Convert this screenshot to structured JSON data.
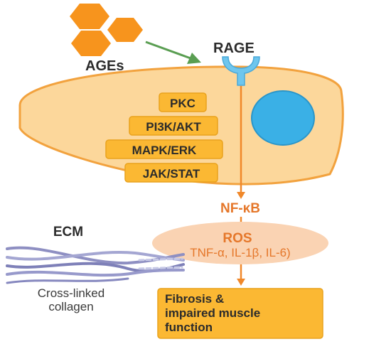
{
  "ages": {
    "label": "AGEs"
  },
  "rage": {
    "label": "RAGE"
  },
  "pathways": [
    {
      "label": "PKC"
    },
    {
      "label": "PI3K/AKT"
    },
    {
      "label": "MAPK/ERK"
    },
    {
      "label": "JAK/STAT"
    }
  ],
  "nfkb": {
    "label": "NF-κB"
  },
  "ros": {
    "title": "ROS",
    "cytokines": "TNF-α, IL-1β, IL-6)"
  },
  "ecm": {
    "title": "ECM",
    "caption_line1": "Cross-linked",
    "caption_line2": "collagen"
  },
  "outcome": {
    "line1": "Fibrosis &",
    "line2": "impaired muscle",
    "line3": "function"
  },
  "colors": {
    "hexagon": "#f7941d",
    "cell_fill": "#fcd79b",
    "cell_stroke": "#f2a23e",
    "nucleus": "#3ab0e6",
    "receptor": "#6ec6ee",
    "arrow_orange": "#f0882a",
    "arrow_green": "#5a9e52",
    "ros_ellipse": "#fad3b3",
    "collagen": "#8e8fc2",
    "outcome_box": "#fbb833"
  }
}
